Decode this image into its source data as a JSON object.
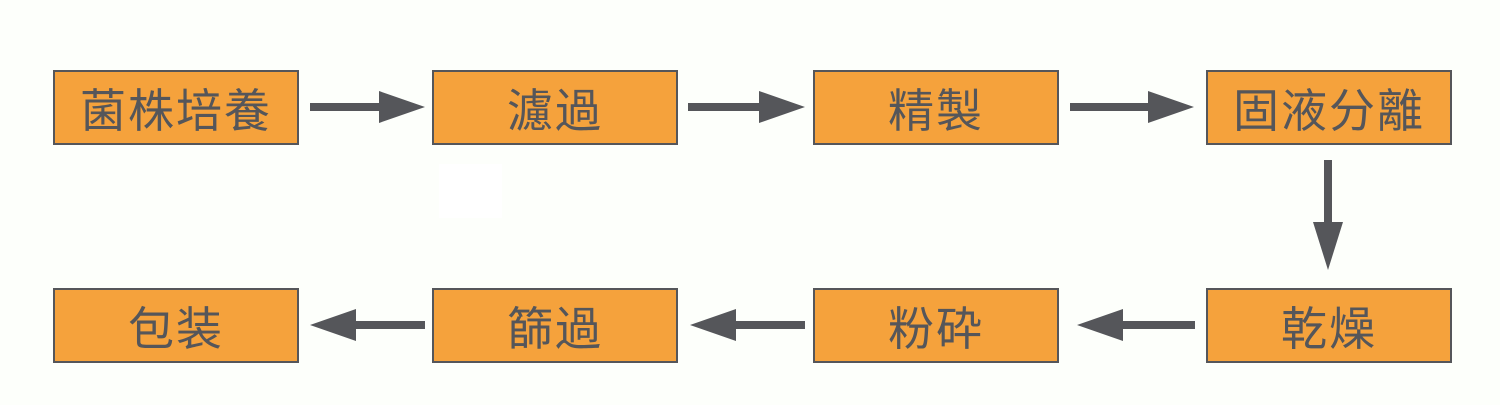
{
  "flowchart": {
    "title": "production-process-flow",
    "colors": {
      "box_fill": "#F5A23C",
      "box_border": "#55565A",
      "text": "#55565A",
      "arrow": "#55565A",
      "background": "#FDFFFB",
      "patch": "#FFFFFF"
    },
    "steps": [
      {
        "label": "菌株培養"
      },
      {
        "label": "濾過"
      },
      {
        "label": "精製"
      },
      {
        "label": "固液分離"
      },
      {
        "label": "乾燥"
      },
      {
        "label": "粉砕"
      },
      {
        "label": "篩過"
      },
      {
        "label": "包装"
      }
    ],
    "connections": [
      {
        "from": "菌株培養",
        "to": "濾過",
        "direction": "right"
      },
      {
        "from": "濾過",
        "to": "精製",
        "direction": "right"
      },
      {
        "from": "精製",
        "to": "固液分離",
        "direction": "right"
      },
      {
        "from": "固液分離",
        "to": "乾燥",
        "direction": "down"
      },
      {
        "from": "乾燥",
        "to": "粉砕",
        "direction": "left"
      },
      {
        "from": "粉砕",
        "to": "篩過",
        "direction": "left"
      },
      {
        "from": "篩過",
        "to": "包装",
        "direction": "left"
      }
    ]
  }
}
